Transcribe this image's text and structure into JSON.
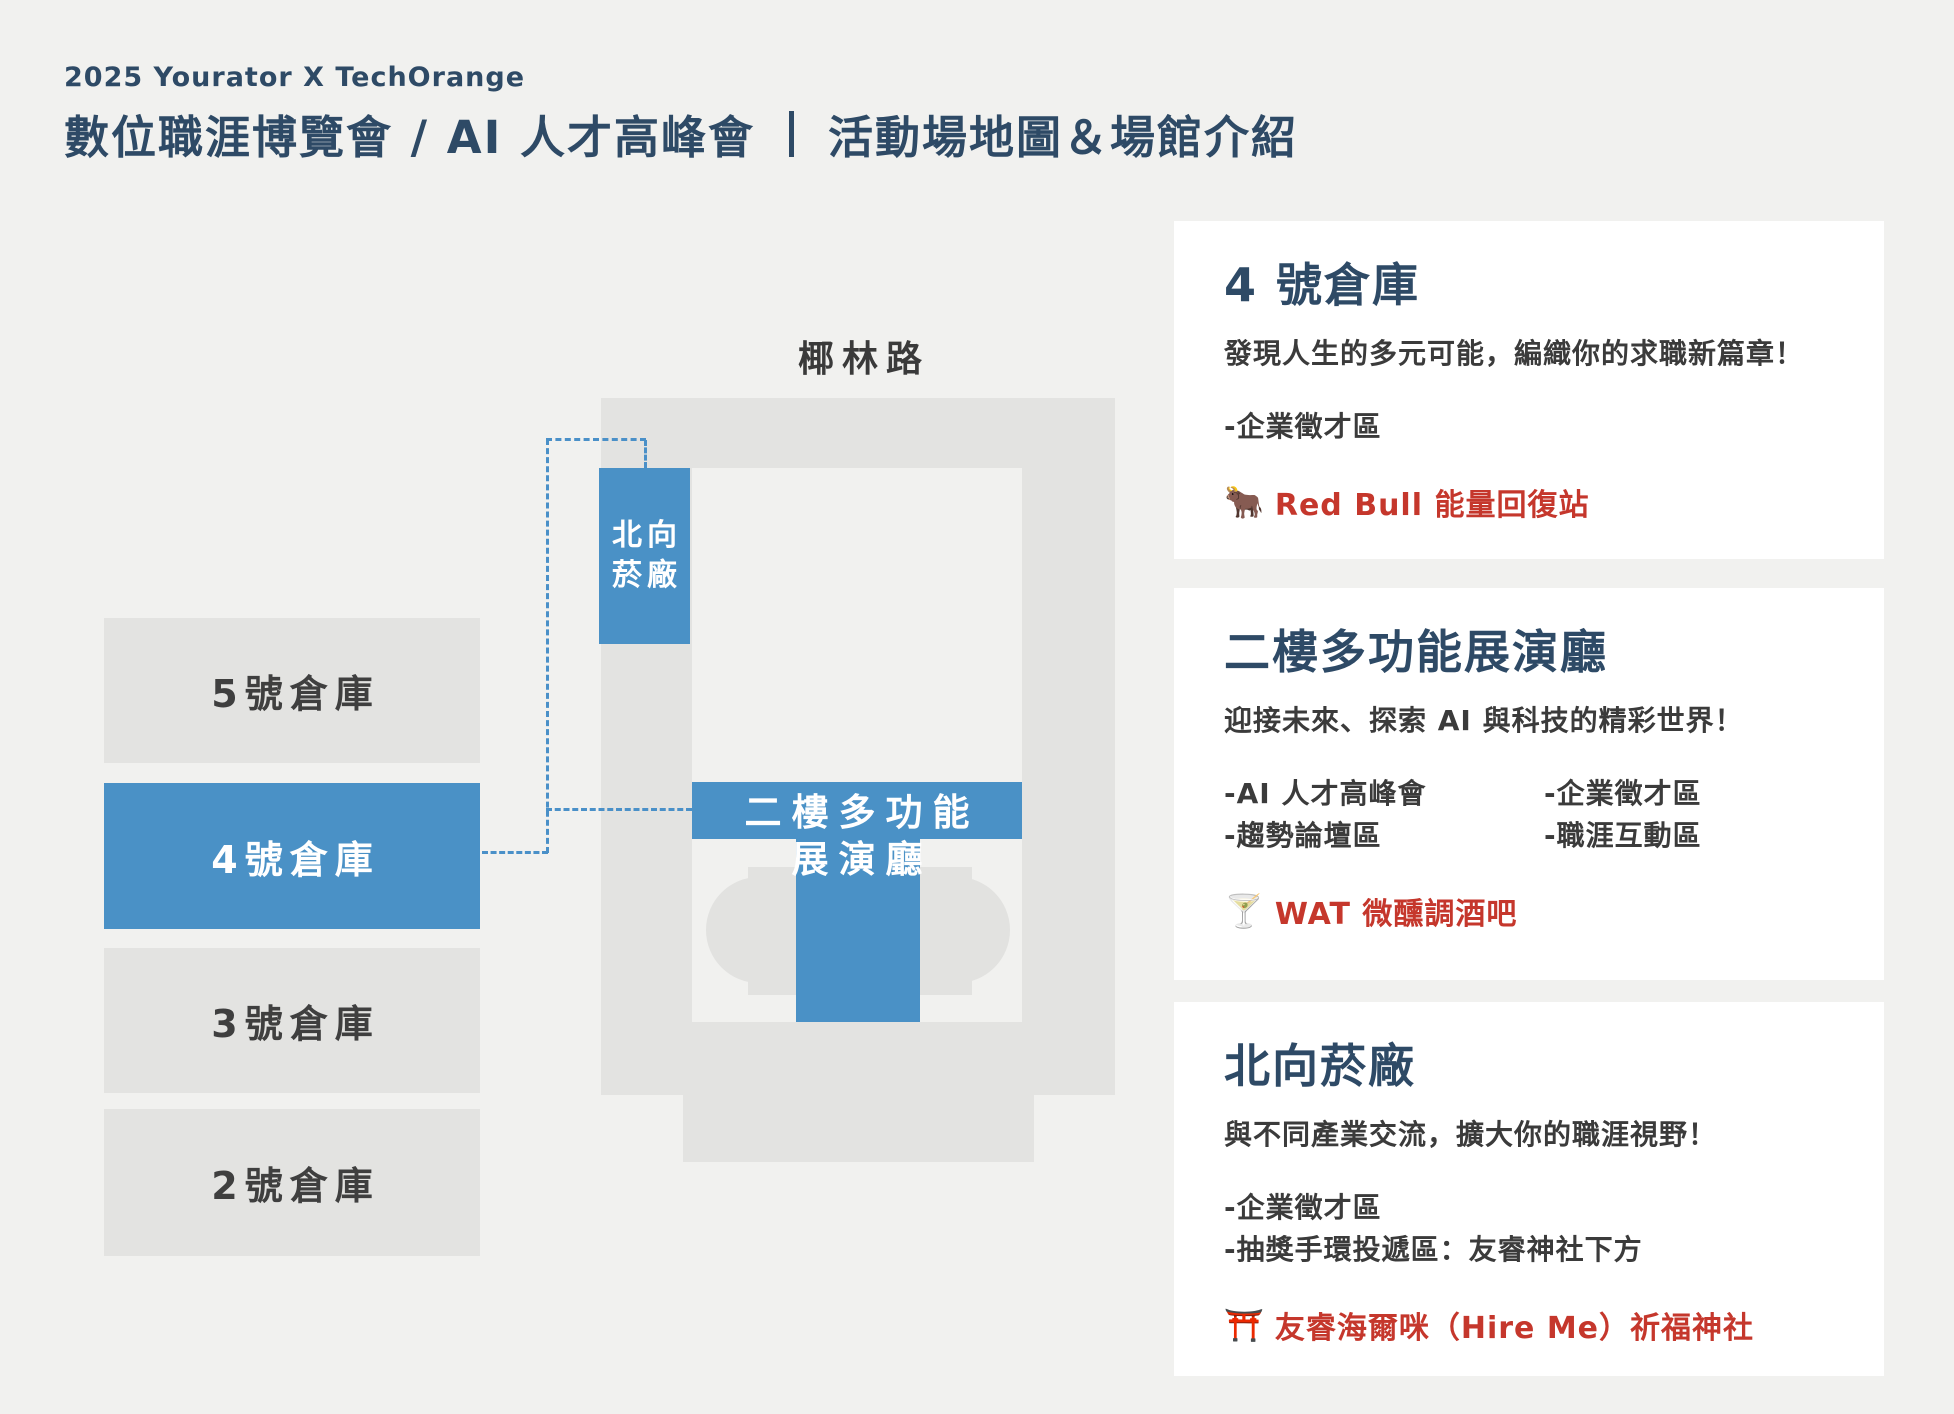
{
  "page": {
    "background": "#f1f1ef",
    "colors": {
      "navy": "#2e4a66",
      "blue": "#4a91c6",
      "gray_box": "#e3e3e1",
      "dashed_line_blue": "#4a90c8",
      "red": "#c5372c",
      "card_bg": "#ffffff",
      "text_dark": "#3b3b3b"
    }
  },
  "header": {
    "eyebrow": "2025 Yourator X TechOrange",
    "title_left": "數位職涯博覽會 / AI 人才高峰會",
    "title_right": "活動場地圖＆場館介紹"
  },
  "map": {
    "road_label": "椰林路",
    "warehouses": [
      {
        "label": "5號倉庫",
        "highlighted": false
      },
      {
        "label": "4號倉庫",
        "highlighted": true
      },
      {
        "label": "3號倉庫",
        "highlighted": false
      },
      {
        "label": "2號倉庫",
        "highlighted": false
      }
    ],
    "north_factory": {
      "line1": "北向",
      "line2": "菸廠"
    },
    "hall": {
      "line1": "二樓多功能",
      "line2": "展演廳"
    }
  },
  "cards": [
    {
      "title": "4 號倉庫",
      "subtitle": "發現人生的多元可能，編織你的求職新篇章！",
      "items": [
        "-企業徵才區"
      ],
      "highlight_icon": "🐂",
      "highlight": "Red Bull 能量回復站"
    },
    {
      "title": "二樓多功能展演廳",
      "subtitle": "迎接未來、探索 AI 與科技的精彩世界！",
      "items_left": [
        "-AI 人才高峰會",
        "-趨勢論壇區"
      ],
      "items_right": [
        "-企業徵才區",
        "-職涯互動區"
      ],
      "highlight_icon": "🍸",
      "highlight": "WAT 微醺調酒吧"
    },
    {
      "title": "北向菸廠",
      "subtitle": "與不同產業交流，擴大你的職涯視野！",
      "items": [
        "-企業徵才區",
        "-抽獎手環投遞區：友睿神社下方"
      ],
      "highlight_icon": "⛩️",
      "highlight": "友睿海爾咪（Hire Me）祈福神社"
    }
  ]
}
